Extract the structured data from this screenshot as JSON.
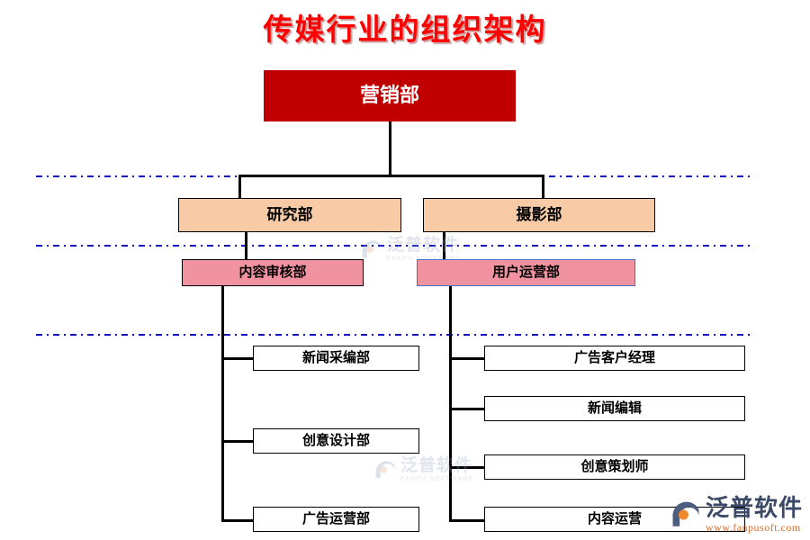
{
  "title": "传媒行业的组织架构",
  "colors": {
    "title": "#FF0000",
    "root_fill": "#C00000",
    "level2_fill": "#F8CBA6",
    "level3_fill": "#F092A0",
    "leaf_fill": "#FFFFFF",
    "divider": "#1010C0",
    "blue_border": "#4472C4",
    "connector": "#000000",
    "logo_text": "#3B4A66",
    "logo_url": "#E06C2A"
  },
  "chart_data": {
    "type": "diagram",
    "title": "传媒行业的组织架构",
    "nodes": [
      {
        "id": "root",
        "label": "营销部",
        "level": 1,
        "style": "root"
      },
      {
        "id": "l2a",
        "label": "研究部",
        "level": 2,
        "style": "level2"
      },
      {
        "id": "l2b",
        "label": "摄影部",
        "level": 2,
        "style": "level2"
      },
      {
        "id": "l3a",
        "label": "内容审核部",
        "level": 3,
        "style": "level3"
      },
      {
        "id": "l3b",
        "label": "用户运营部",
        "level": 3,
        "style": "level3-blue"
      },
      {
        "id": "l4a1",
        "label": "新闻采编部",
        "level": 4,
        "style": "leaf"
      },
      {
        "id": "l4a2",
        "label": "创意设计部",
        "level": 4,
        "style": "leaf"
      },
      {
        "id": "l4a3",
        "label": "广告运营部",
        "level": 4,
        "style": "leaf"
      },
      {
        "id": "l4b1",
        "label": "广告客户经理",
        "level": 4,
        "style": "leaf"
      },
      {
        "id": "l4b2",
        "label": "新闻编辑",
        "level": 4,
        "style": "leaf"
      },
      {
        "id": "l4b3",
        "label": "创意策划师",
        "level": 4,
        "style": "leaf"
      },
      {
        "id": "l4b4",
        "label": "内容运营",
        "level": 4,
        "style": "leaf"
      }
    ],
    "edges": [
      {
        "from": "root",
        "to": "l2a"
      },
      {
        "from": "root",
        "to": "l2b"
      },
      {
        "from": "l2a",
        "to": "l3a"
      },
      {
        "from": "l2b",
        "to": "l3b"
      },
      {
        "from": "l3a",
        "to": "l4a1"
      },
      {
        "from": "l3a",
        "to": "l4a2"
      },
      {
        "from": "l3a",
        "to": "l4a3"
      },
      {
        "from": "l3b",
        "to": "l4b1"
      },
      {
        "from": "l3b",
        "to": "l4b2"
      },
      {
        "from": "l3b",
        "to": "l4b3"
      },
      {
        "from": "l3b",
        "to": "l4b4"
      }
    ],
    "dividers": 3
  },
  "nodes": {
    "root": "营销部",
    "level2": {
      "left": "研究部",
      "right": "摄影部"
    },
    "level3": {
      "left": "内容审核部",
      "right": "用户运营部"
    },
    "left_branch": [
      "新闻采编部",
      "创意设计部",
      "广告运营部"
    ],
    "right_branch": [
      "广告客户经理",
      "新闻编辑",
      "创意策划师",
      "内容运营"
    ]
  },
  "watermark": {
    "cn": "泛普软件",
    "en": "FANPU SOFTWARE"
  },
  "logo": {
    "cn": "泛普软件",
    "url": "www.fanpusoft.com"
  }
}
